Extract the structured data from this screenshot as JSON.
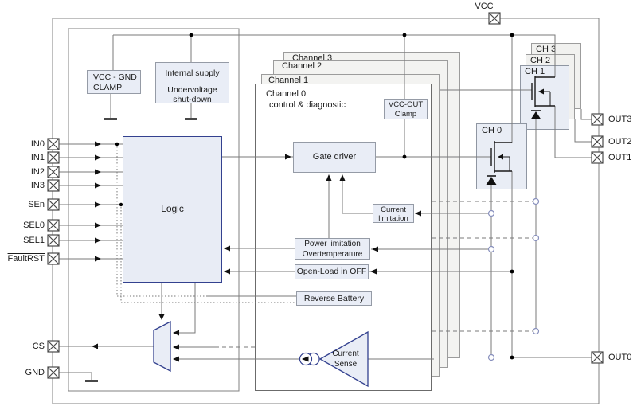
{
  "pins": {
    "vcc": "VCC",
    "in0": "IN0",
    "in1": "IN1",
    "in2": "IN2",
    "in3": "IN3",
    "sen": "SEn",
    "sel0": "SEL0",
    "sel1": "SEL1",
    "faultrst": "FaultRST",
    "cs": "CS",
    "gnd": "GND",
    "out3": "OUT3",
    "out2": "OUT2",
    "out1": "OUT1",
    "out0": "OUT0"
  },
  "channels": {
    "channel3": "Channel 3",
    "channel2": "Channel 2",
    "channel1": "Channel 1",
    "channel0_line1": "Channel 0",
    "channel0_line2": "control & diagnostic"
  },
  "fets": {
    "ch0": "CH 0",
    "ch1": "CH 1",
    "ch2": "CH 2",
    "ch3": "CH 3"
  },
  "blocks": {
    "vcc_gnd_clamp": {
      "line1": "VCC - GND",
      "line2": "CLAMP"
    },
    "internal_supply": "Internal supply",
    "undervoltage": {
      "line1": "Undervoltage",
      "line2": "shut-down"
    },
    "logic": "Logic",
    "gate_driver": "Gate driver",
    "vcc_out_clamp": {
      "line1": "VCC-OUT",
      "line2": "Clamp"
    },
    "current_limitation": {
      "line1": "Current",
      "line2": "limitation"
    },
    "power_limitation": {
      "line1": "Power limitation",
      "line2": "Overtemperature"
    },
    "open_load": "Open-Load in OFF",
    "reverse_battery": "Reverse Battery",
    "current_sense": {
      "line1": "Current",
      "line2": "Sense"
    }
  },
  "colors": {
    "wire": "#7a7a7a",
    "accent_blue": "#33418f",
    "block_fill": "#e9edf6",
    "sheet_fill": "#f3f3f1",
    "arrow": "#111111"
  }
}
